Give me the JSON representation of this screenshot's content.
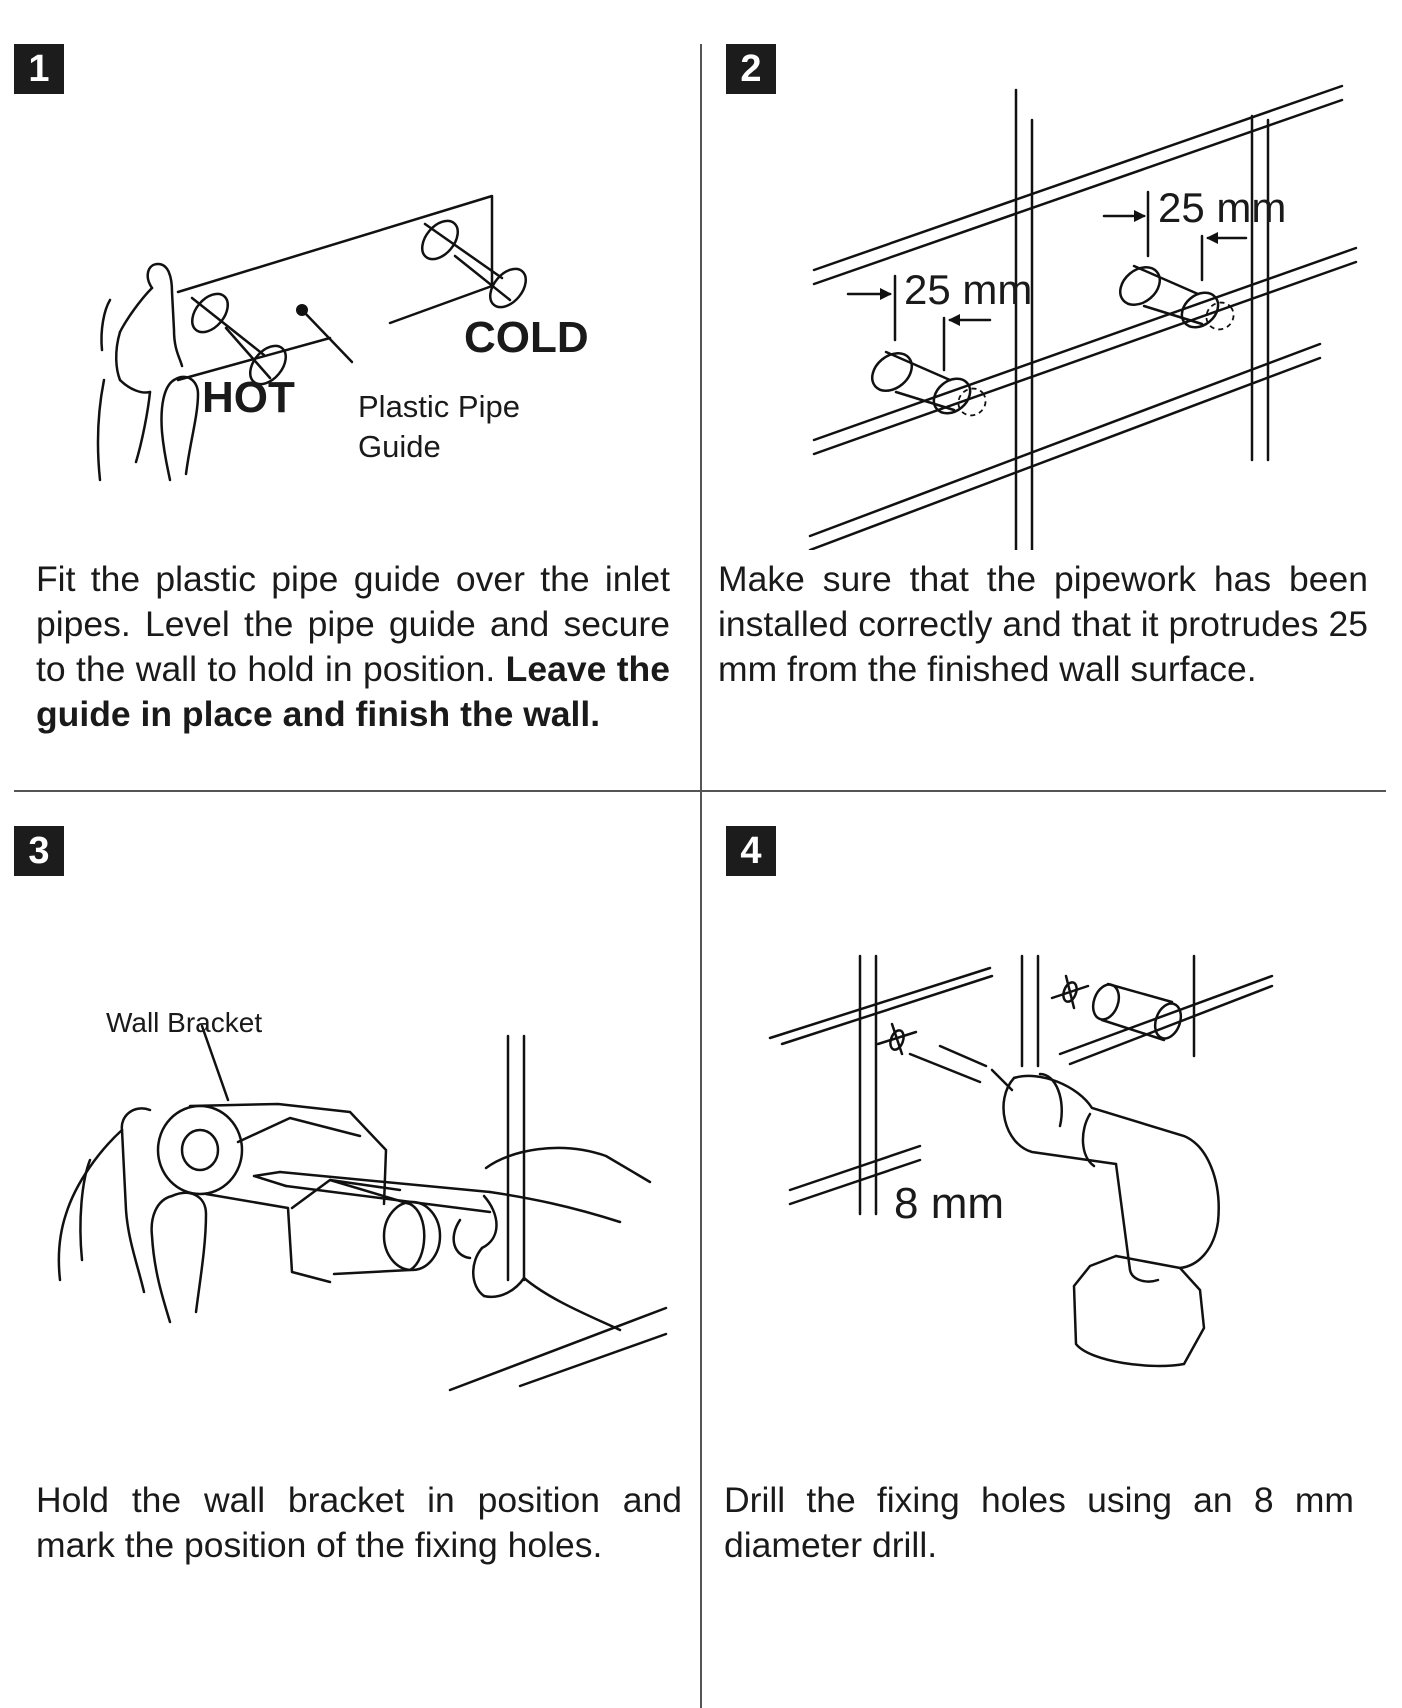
{
  "steps": [
    {
      "number": "1",
      "labels": {
        "hot": "HOT",
        "cold": "COLD",
        "guide_line1": "Plastic Pipe",
        "guide_line2": "Guide"
      },
      "caption_regular": "Fit the plastic pipe guide over the inlet pipes. Level the pipe guide and secure to the wall to hold in position. ",
      "caption_bold": "Leave the guide in place and finish the wall."
    },
    {
      "number": "2",
      "labels": {
        "dim_left": "25 mm",
        "dim_right": "25 mm"
      },
      "caption_regular": "Make sure that the pipework has been installed correctly and that it protrudes 25 mm from the finished wall surface."
    },
    {
      "number": "3",
      "labels": {
        "wall_bracket": "Wall Bracket"
      },
      "caption_regular": "Hold the wall bracket in position and mark the position of the fixing holes."
    },
    {
      "number": "4",
      "labels": {
        "drill_size": "8 mm"
      },
      "caption_regular": "Drill the fixing holes using an 8 mm diameter drill."
    }
  ]
}
